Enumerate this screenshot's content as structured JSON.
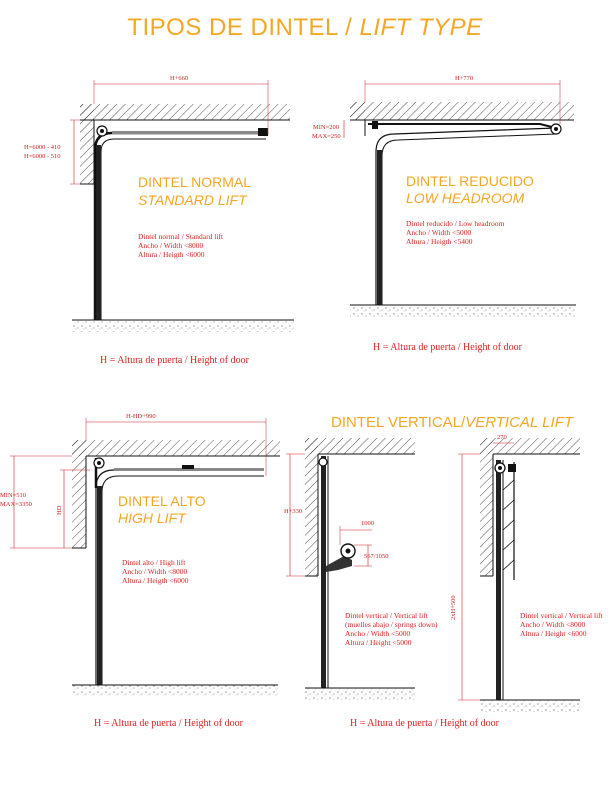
{
  "title": {
    "es": "TIPOS DE DINTEL / ",
    "en": "LIFT TYPE"
  },
  "standard": {
    "name_es": "DINTEL NORMAL",
    "name_en": "STANDARD LIFT",
    "spec": [
      "Dintel normal / Standard lift",
      "Ancho / Width <8000",
      "Altura / Heigth <6000"
    ],
    "dim_top": "H+660",
    "dim_left": [
      "H=6000 - 410",
      "H=6000 - 510"
    ]
  },
  "low": {
    "name_es": "DINTEL REDUCIDO",
    "name_en": "LOW HEADROOM",
    "spec": [
      "Dintel reducido / Low headroom",
      "Ancho / Width <5000",
      "Altura / Heigth <5400"
    ],
    "dim_top": "H+770",
    "dim_left": [
      "MIN=200",
      "MAX=250"
    ]
  },
  "high": {
    "name_es": "DINTEL ALTO",
    "name_en": "HIGH LIFT",
    "spec": [
      "Dintel alto / High lift",
      "Ancho / Width <8000",
      "Altura / Heigth <6000"
    ],
    "dim_top": "H-HD+990",
    "dim_left": [
      "MIN=510",
      "MAX=3350"
    ],
    "dim_hd": "HD"
  },
  "vertical": {
    "heading_es": "DINTEL VERTICAL/",
    "heading_en": "VERTICAL LIFT",
    "spec_a": [
      "Dintel vertical / Vertical lift",
      "(muelles abajo / springs down)",
      "Ancho / Width <5000",
      "Altura / Height <5000"
    ],
    "spec_b": [
      "Dintel vertical / Vertical lift",
      "Ancho / Width <8000",
      "Altura / Height <6000"
    ],
    "dim_a_h": "H+330",
    "dim_a_1000": "1000",
    "dim_a_567": "567/1050",
    "dim_b_top": "270",
    "dim_b_h": "2xH+500"
  },
  "footer": "H = Altura de puerta / Height of door",
  "colors": {
    "accent": "#f5a623",
    "text_red": "#e02020",
    "line": "#111111"
  }
}
